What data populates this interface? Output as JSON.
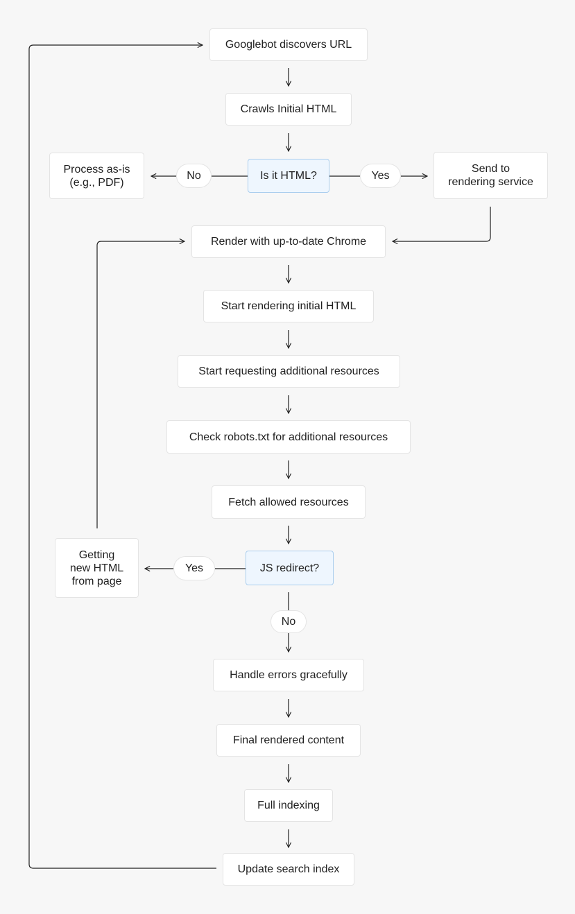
{
  "nodes": {
    "discover": "Googlebot discovers URL",
    "crawl": "Crawls Initial HTML",
    "is_html": "Is it HTML?",
    "process_as_is": "Process as-is\n(e.g., PDF)",
    "send_rendering": "Send to\nrendering service",
    "render_chrome": "Render with up-to-date Chrome",
    "start_rendering": "Start rendering initial HTML",
    "start_requesting": "Start requesting additional resources",
    "check_robots": "Check robots.txt for additional resources",
    "fetch_allowed": "Fetch allowed resources",
    "js_redirect": "JS redirect?",
    "new_html": "Getting\nnew HTML\nfrom page",
    "handle_errors": "Handle errors gracefully",
    "final_content": "Final rendered content",
    "full_indexing": "Full indexing",
    "update_index": "Update search index"
  },
  "labels": {
    "html_no": "No",
    "html_yes": "Yes",
    "redirect_yes": "Yes",
    "redirect_no": "No"
  },
  "colors": {
    "background": "#f7f7f7",
    "decision_fill": "#eef6fe",
    "decision_border": "#a9cdee",
    "line": "#1f1f1f"
  }
}
